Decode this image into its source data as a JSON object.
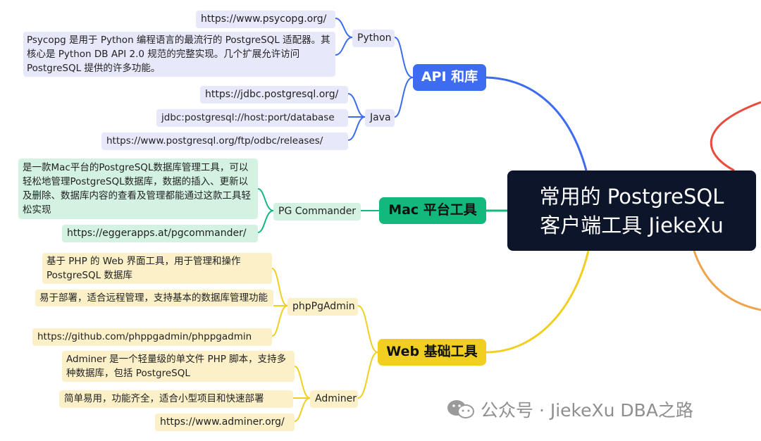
{
  "root": {
    "line1": "常用的 PostgreSQL",
    "line2": "客户端工具 JiekeXu"
  },
  "branches": {
    "api": {
      "label": "API 和库",
      "color": "#3d6cf0",
      "python": {
        "label": "Python",
        "url": "https://www.psycopg.org/",
        "desc": "Psycopg 是用于 Python 编程语言的最流行的 PostgreSQL 适配器。其核心是 Python DB API 2.0 规范的完整实现。几个扩展允许访问 PostgreSQL 提供的许多功能。"
      },
      "java": {
        "label": "Java",
        "items": [
          "https://jdbc.postgresql.org/",
          "jdbc:postgresql://host:port/database",
          "https://www.postgresql.org/ftp/odbc/releases/"
        ]
      }
    },
    "mac": {
      "label": "Mac 平台工具",
      "color": "#13b87d",
      "pgcommander": {
        "label": "PG Commander",
        "desc": "是一款Mac平台的PostgreSQL数据库管理工具，可以轻松地管理PostgreSQL数据库，数据的插入、更新以及删除、数据库内容的查看及管理都能通过这款工具轻松实现",
        "url": "https://eggerapps.at/pgcommander/"
      }
    },
    "web": {
      "label": "Web 基础工具",
      "color": "#f0cf21",
      "phppgadmin": {
        "label": "phpPgAdmin",
        "items": [
          "基于 PHP 的 Web 界面工具，用于管理和操作 PostgreSQL 数据库",
          "易于部署，适合远程管理，支持基本的数据库管理功能",
          "https://github.com/phppgadmin/phppgadmin"
        ]
      },
      "adminer": {
        "label": "Adminer",
        "items": [
          "Adminer 是一个轻量级的单文件 PHP 脚本，支持多种数据库，包括 PostgreSQL",
          "简单易用，功能齐全，适合小型项目和快速部署",
          "https://www.adminer.org/"
        ]
      }
    }
  },
  "edge_colors": {
    "top_right": "#e94b3c",
    "bottom_right": "#f0a44a"
  },
  "watermark": {
    "text": "公众号 · JiekeXu DBA之路",
    "icon": "wechat-icon"
  }
}
